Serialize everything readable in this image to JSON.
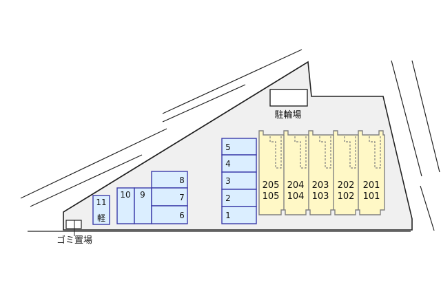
{
  "labels": {
    "bicycle_parking": "駐輪場",
    "garbage_area": "ゴミ置場",
    "kei_spot_number": "11",
    "kei_spot_label": "軽"
  },
  "parking": {
    "left_large": [
      "10",
      "9"
    ],
    "middle_stack": [
      "8",
      "7",
      "6"
    ],
    "right_stack": [
      "5",
      "4",
      "3",
      "2",
      "1"
    ]
  },
  "units": [
    {
      "upper": "205",
      "lower": "105"
    },
    {
      "upper": "204",
      "lower": "104"
    },
    {
      "upper": "203",
      "lower": "103"
    },
    {
      "upper": "202",
      "lower": "102"
    },
    {
      "upper": "201",
      "lower": "101"
    }
  ],
  "colors": {
    "lot": "#f0f0f0",
    "parking_fill": "#dbeeff",
    "parking_stroke": "#3a3aa8",
    "building_fill": "#fff8c6",
    "building_stroke": "#808080",
    "line": "#222222",
    "text": "#111111"
  }
}
